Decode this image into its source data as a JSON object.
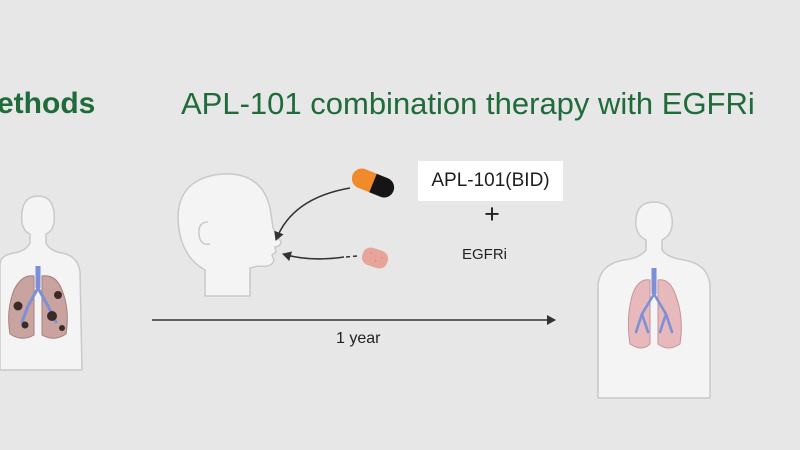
{
  "header": {
    "section_label": "ethods",
    "title": "APL-101 combination therapy with EGFRi"
  },
  "regimen": {
    "drug_a": "APL-101(BID)",
    "plus": "+",
    "drug_b": "EGFRi"
  },
  "timeline": {
    "duration": "1 year"
  },
  "colors": {
    "heading": "#1f6b3a",
    "background": "#e7e7e7",
    "capsule_orange": "#f08a2a",
    "capsule_black": "#151515",
    "tablet": "#e6a598",
    "lung_diseased": "#c9a3a0",
    "lung_healthy": "#e7b9bd",
    "airway": "#7d8fd6",
    "lesion": "#3b2a28"
  },
  "icons": [
    "head-profile",
    "capsule",
    "tablet",
    "diseased-patient",
    "healthy-patient"
  ]
}
